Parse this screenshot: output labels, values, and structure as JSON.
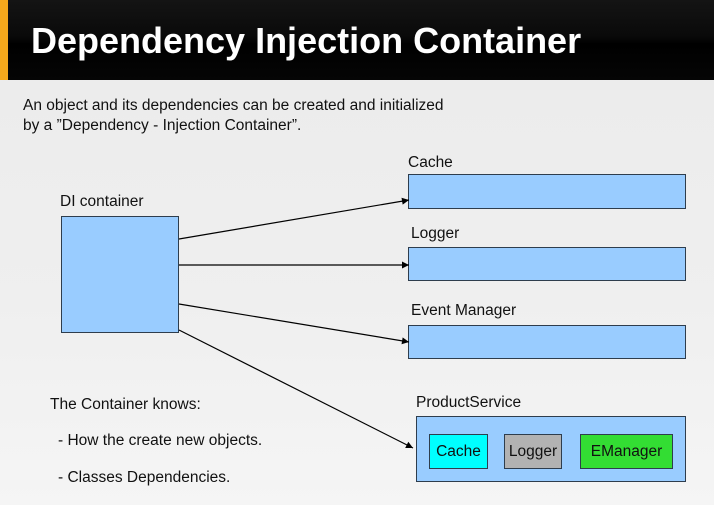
{
  "header": {
    "title": "Dependency Injection Container",
    "accent_color": "#f5a81c"
  },
  "intro": {
    "line1": "An object and its dependencies can be created and initialized",
    "line2": "by a ”Dependency - Injection Container”."
  },
  "diagram": {
    "container": {
      "label": "DI container"
    },
    "targets": [
      {
        "id": "cache",
        "label": "Cache"
      },
      {
        "id": "logger",
        "label": "Logger"
      },
      {
        "id": "event-manager",
        "label": "Event Manager"
      },
      {
        "id": "product-service",
        "label": "ProductService"
      }
    ],
    "product_service_parts": [
      {
        "label": "Cache",
        "color": "#00ffff"
      },
      {
        "label": "Logger",
        "color": "#b2b2b2"
      },
      {
        "label": "EManager",
        "color": "#33dd33"
      }
    ],
    "box_color": "#99ccff"
  },
  "notes": {
    "heading": "The Container knows:",
    "items": [
      "- How the create new objects.",
      "- Classes Dependencies."
    ]
  }
}
